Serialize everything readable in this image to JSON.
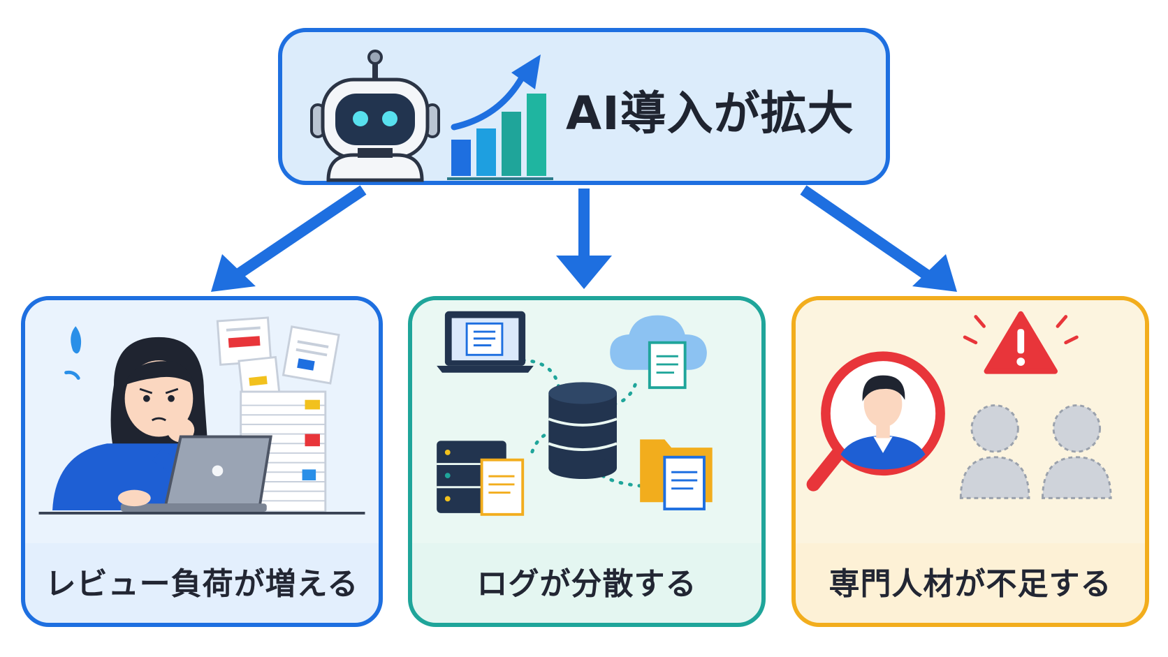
{
  "top": {
    "title": "AI導入が拡大"
  },
  "effects": [
    {
      "label": "レビュー負荷が増える"
    },
    {
      "label": "ログが分散する"
    },
    {
      "label": "専門人材が不足する"
    }
  ],
  "colors": {
    "blue": "#1e6fe0",
    "teal": "#1fa59a",
    "amber": "#f2ad1d",
    "red": "#e8353a",
    "navy": "#22344f"
  },
  "icons": [
    "robot-icon",
    "growth-chart-icon",
    "stressed-woman-icon",
    "laptop-icon",
    "document-stack-icon",
    "database-icon",
    "cloud-icon",
    "server-icon",
    "folder-icon",
    "magnifier-icon",
    "person-icon",
    "warning-icon",
    "placeholder-person-icon"
  ]
}
